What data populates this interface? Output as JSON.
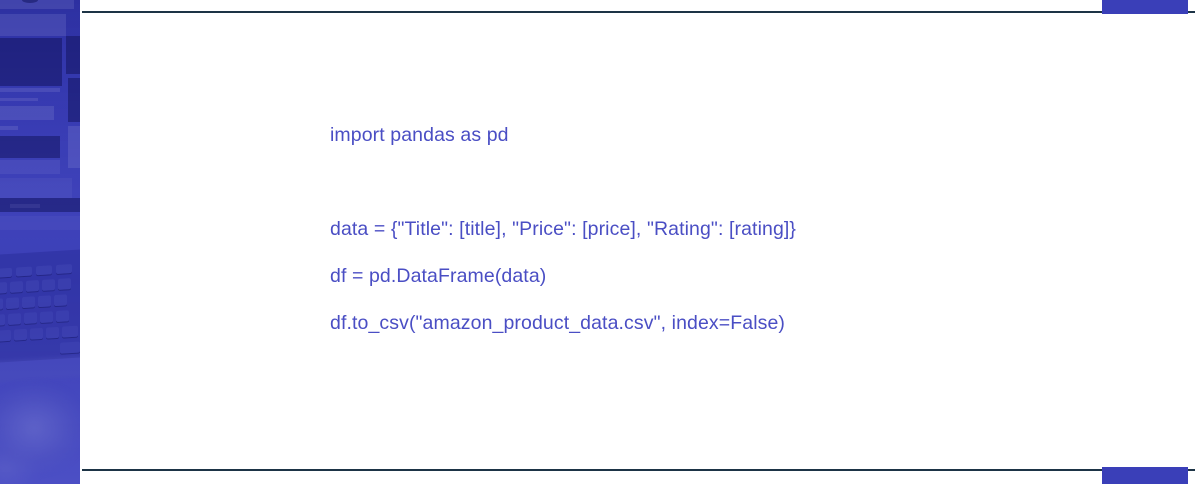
{
  "slide": {
    "background_color": "#ffffff",
    "accent_color": "#3a3fb8",
    "rule_color": "#1d3446",
    "text_color": "#4a4ec4"
  },
  "decor": {
    "photo_strip_alt": "blue-tinted photo of a laptop showing a shopping webpage with hands typing on the keyboard",
    "top_rule": "",
    "bottom_rule": "",
    "accent_top_right": "",
    "accent_bottom_right": ""
  },
  "code": {
    "lines": [
      {
        "text": "import pandas as pd",
        "blank_after": true
      },
      {
        "text": "data = {\"Title\": [title], \"Price\": [price], \"Rating\": [rating]}",
        "blank_after": false
      },
      {
        "text": "df = pd.DataFrame(data)",
        "blank_after": false
      },
      {
        "text": "df.to_csv(\"amazon_product_data.csv\", index=False)",
        "blank_after": false
      }
    ],
    "line_1": "import pandas as pd",
    "line_2": "data = {\"Title\": [title], \"Price\": [price], \"Rating\": [rating]}",
    "line_3": "df = pd.DataFrame(data)",
    "line_4": "df.to_csv(\"amazon_product_data.csv\", index=False)"
  }
}
